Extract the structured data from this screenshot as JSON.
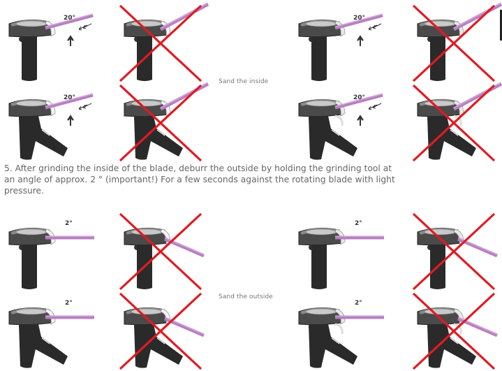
{
  "captions": {
    "inside": "Sand the inside",
    "outside": "Sand the outside"
  },
  "step5": "5. After grinding the inside of the blade, deburr the outside by holding the grinding tool at an angle of approx. 2 ° (important!) For a few seconds against the rotating blade with light pressure.",
  "angles": {
    "inside": "20°",
    "outside": "2°"
  },
  "colors": {
    "tool": "#b77fc1",
    "cross": "#e01b22",
    "body": "#2a2a2a"
  }
}
